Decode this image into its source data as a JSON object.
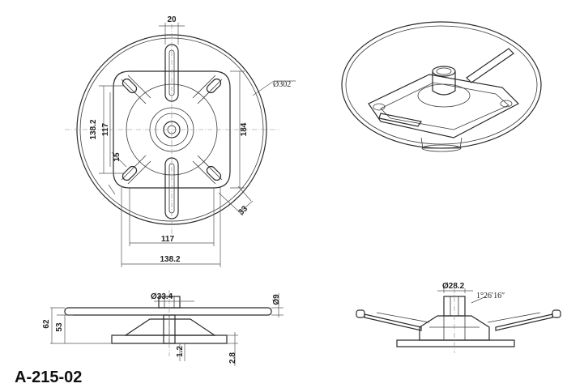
{
  "part_code": "A-215-02",
  "dimensions": {
    "slot_width": "20",
    "outer_diameter": "Ø302",
    "mount_138_vertical": "138.2",
    "mount_117_vertical": "117",
    "plate_184": "184",
    "slot_15": "15",
    "hole_33": "33",
    "mount_117_horizontal": "117",
    "mount_138_horizontal": "138.2",
    "tube_diameter": "Ø33.4",
    "rod_diameter": "Ø9",
    "height_62": "62",
    "height_53": "53",
    "thickness_1_2": "1.2",
    "thickness_2_8": "2.8",
    "socket_diameter": "Ø28.2",
    "angle": "1°26′16″"
  }
}
